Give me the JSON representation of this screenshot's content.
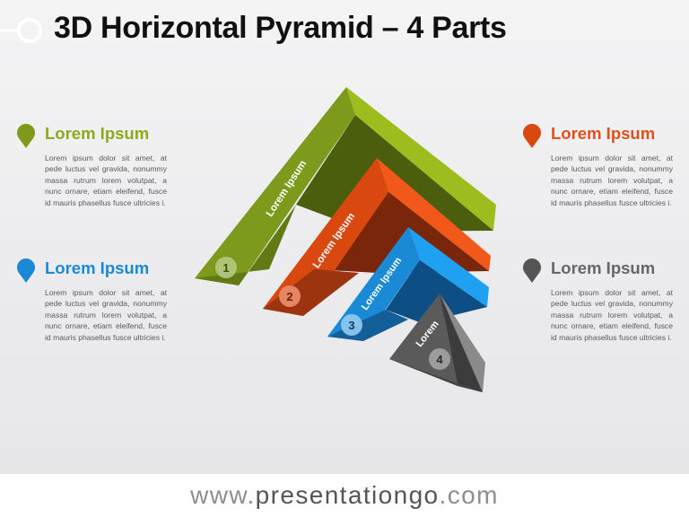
{
  "title": "3D Horizontal Pyramid – 4 Parts",
  "colors": {
    "green": "#7e9a1c",
    "orange": "#d9480f",
    "blue": "#1a8ad6",
    "gray": "#5a5a5a"
  },
  "callouts": {
    "top_left": {
      "heading": "Lorem Ipsum",
      "color": "#8aab1a",
      "body": "Lorem ipsum dolor sit amet, at pede luctus vel gravida, nonummy massa rutrum lorem volutpat, a nunc ornare, etiam eleifend, fusce id mauris phasellus fusce ultricies i."
    },
    "bottom_left": {
      "heading": "Lorem Ipsum",
      "color": "#1a8ad6",
      "body": "Lorem ipsum dolor sit amet, at pede luctus vel gravida, nonummy massa rutrum lorem volutpat, a nunc ornare, etiam eleifend, fusce id mauris phasellus fusce ultricies i."
    },
    "top_right": {
      "heading": "Lorem Ipsum",
      "color": "#e0501a",
      "body": "Lorem ipsum dolor sit amet, at pede luctus vel gravida, nonummy massa rutrum lorem volutpat, a nunc ornare, etiam eleifend, fusce id mauris phasellus fusce ultricies i."
    },
    "bottom_right": {
      "heading": "Lorem Ipsum",
      "color": "#666666",
      "body": "Lorem ipsum dolor sit amet, at pede luctus vel gravida, nonummy massa rutrum lorem volutpat, a nunc ornare, etiam eleifend, fusce id mauris phasellus fusce ultricies i."
    }
  },
  "layers": [
    {
      "number": "1",
      "label": "Lorem Ipsum"
    },
    {
      "number": "2",
      "label": "Lorem Ipsum"
    },
    {
      "number": "3",
      "label": "Lorem Ipsum"
    },
    {
      "number": "4",
      "label": "Lorem"
    }
  ],
  "footer": {
    "prefix": "www.",
    "brand": "presentationgo",
    "suffix": ".com"
  }
}
